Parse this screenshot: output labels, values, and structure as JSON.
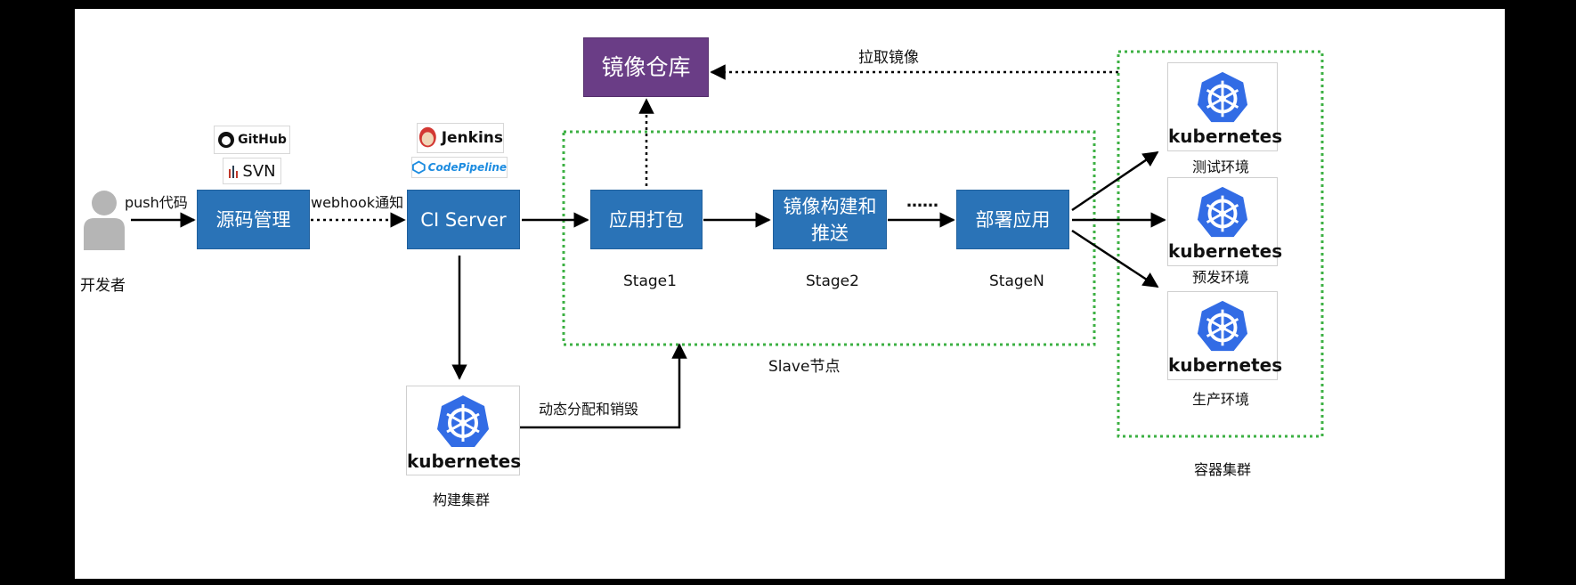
{
  "nodes": {
    "developer": "开发者",
    "source_mgmt": "源码管理",
    "ci_server": "CI Server",
    "registry": "镜像仓库",
    "stage1_box": "应用打包",
    "stage2_box": "镜像构建和推送",
    "stageN_box": "部署应用",
    "dots": "……",
    "build_cluster": "构建集群",
    "container_cluster": "容器集群",
    "slave_nodes": "Slave节点"
  },
  "edges": {
    "push": "push代码",
    "webhook": "webhook通知",
    "pull_image": "拉取镜像",
    "dynamic": "动态分配和销毁"
  },
  "stages": [
    "Stage1",
    "Stage2",
    "StageN"
  ],
  "tools": {
    "github": "GitHub",
    "svn": "SVN",
    "jenkins": "Jenkins",
    "codepipeline": "CodePipeline"
  },
  "kubernetes_word": "kubernetes",
  "environments": [
    "测试环境",
    "预发环境",
    "生产环境"
  ],
  "colors": {
    "box_blue": "#2a73b7",
    "registry_purple": "#6a3d86",
    "k8s_blue": "#326ce5",
    "dotted_green": "#3cb043"
  },
  "icons": [
    "person-icon",
    "github-icon",
    "svn-icon",
    "jenkins-icon",
    "codepipeline-icon",
    "kubernetes-helm-icon"
  ]
}
